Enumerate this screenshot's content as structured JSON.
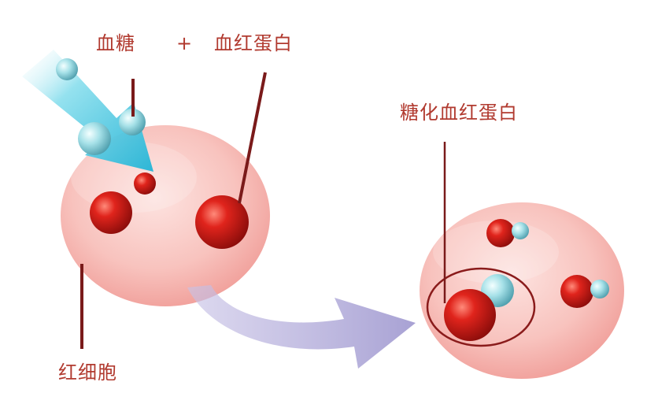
{
  "labels": {
    "glucose": "血糖",
    "plus": "+",
    "hemoglobin": "血红蛋白",
    "glycated_hemoglobin": "糖化血红蛋白",
    "red_blood_cell": "红细胞"
  },
  "colors": {
    "label_text": "#b13a2f",
    "leader_line": "#7a1a1a",
    "cell_fill": "#f7b9b4",
    "hemoglobin": "#c41a16",
    "glucose": "#8fd3dd",
    "arrow_glucose": "#4fc6de",
    "arrow_transform": "#a8a2d3"
  }
}
